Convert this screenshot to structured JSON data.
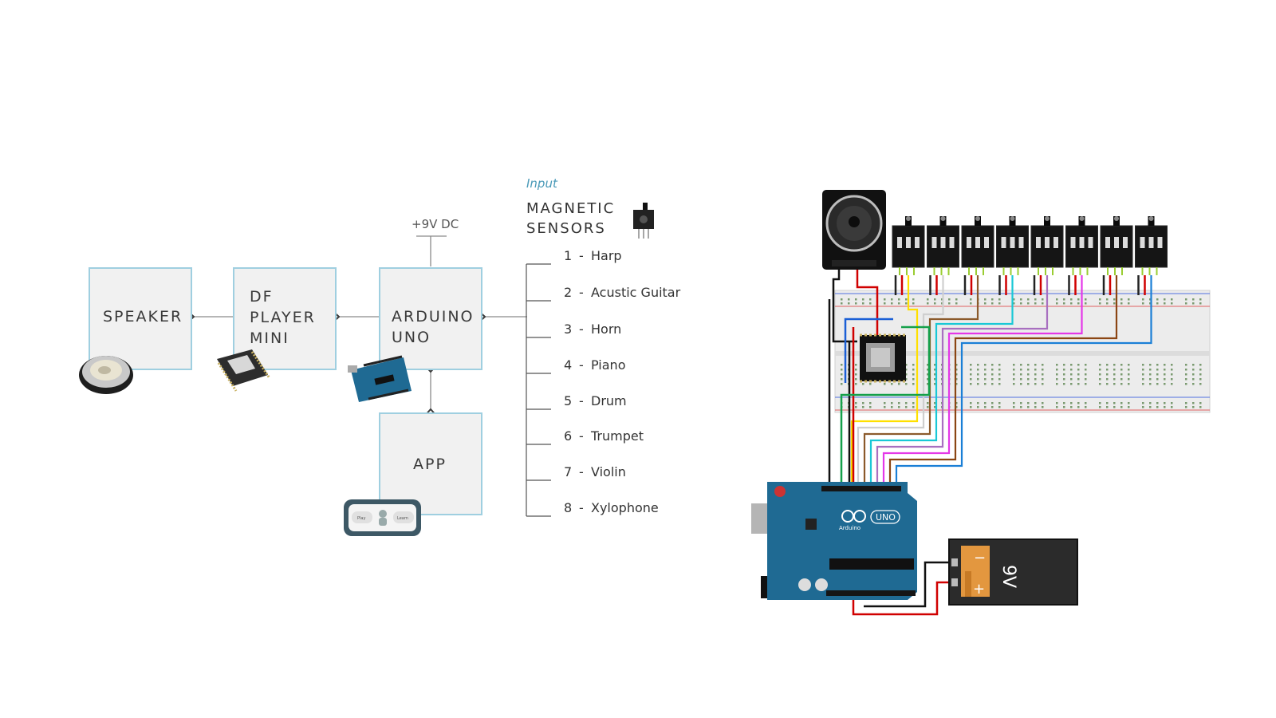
{
  "colors": {
    "box_fill": "#f1f1f1",
    "box_stroke": "#9fcfe0",
    "line": "#8a8a8a",
    "input_label": "#4a9ab8",
    "arduino_blue": "#1f6a93",
    "breadboard": "#ececec",
    "wires": [
      "#ffe000",
      "#ffffff",
      "#8b5a2b",
      "#19c8d6",
      "#a86fc0",
      "#e437e8",
      "#8b4513",
      "#1a7fd6"
    ]
  },
  "block_diagram": {
    "speaker": {
      "label": "SPEAKER",
      "icon": "speaker-icon"
    },
    "df_player": {
      "line1": "DF",
      "line2": "PLAYER",
      "line3": "MINI",
      "icon": "dfplayer-module-icon"
    },
    "arduino": {
      "line1": "ARDUINO",
      "line2": "UNO",
      "icon": "arduino-board-icon"
    },
    "app": {
      "label": "APP",
      "icon": "app-phone-icon"
    },
    "power": "+9V DC"
  },
  "input_panel": {
    "caption": "Input",
    "title_line1": "MAGNETIC",
    "title_line2": "SENSORS",
    "icon": "hall-sensor-icon",
    "sep": "-",
    "sensors": [
      {
        "num": "1",
        "name": "Harp"
      },
      {
        "num": "2",
        "name": "Acustic Guitar"
      },
      {
        "num": "3",
        "name": "Horn"
      },
      {
        "num": "4",
        "name": "Piano"
      },
      {
        "num": "5",
        "name": "Drum"
      },
      {
        "num": "6",
        "name": "Trumpet"
      },
      {
        "num": "7",
        "name": "Violin"
      },
      {
        "num": "8",
        "name": "Xylophone"
      }
    ]
  },
  "schematic": {
    "arduino_text": "Arduino",
    "uno_badge": "UNO",
    "battery_label": "9V",
    "battery_minus": "−",
    "battery_plus": "+",
    "app_buttons": [
      "Play",
      "Learn"
    ]
  }
}
